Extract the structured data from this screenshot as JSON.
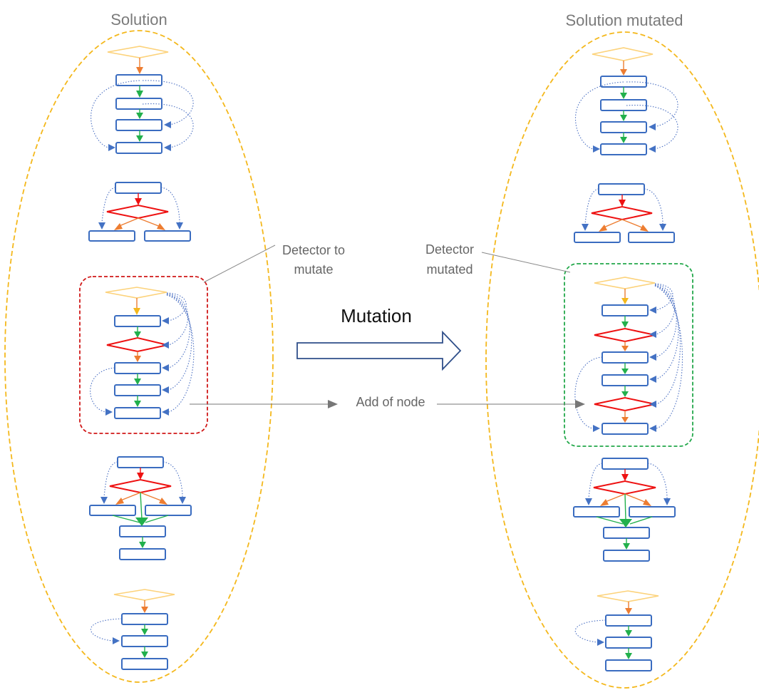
{
  "left_title": "Solution",
  "right_title": "Solution mutated",
  "mutation_label": "Mutation",
  "add_node_label": "Add of node",
  "detector_to_mutate": [
    "Detector to",
    "mutate"
  ],
  "detector_mutated": [
    "Detector",
    "mutated"
  ],
  "colors": {
    "ellipse": "#f4b81c",
    "red_frame": "#d01818",
    "green_frame": "#22a84a",
    "box_stroke": "#3a6cc0",
    "orange_arrow": "#ed7d31",
    "green_arrow": "#22b04c",
    "red_arrow": "#ee1111",
    "blue_arrow": "#4472c4",
    "yellow_diamond": "#fcd27a",
    "red_diamond": "#ee1111"
  }
}
